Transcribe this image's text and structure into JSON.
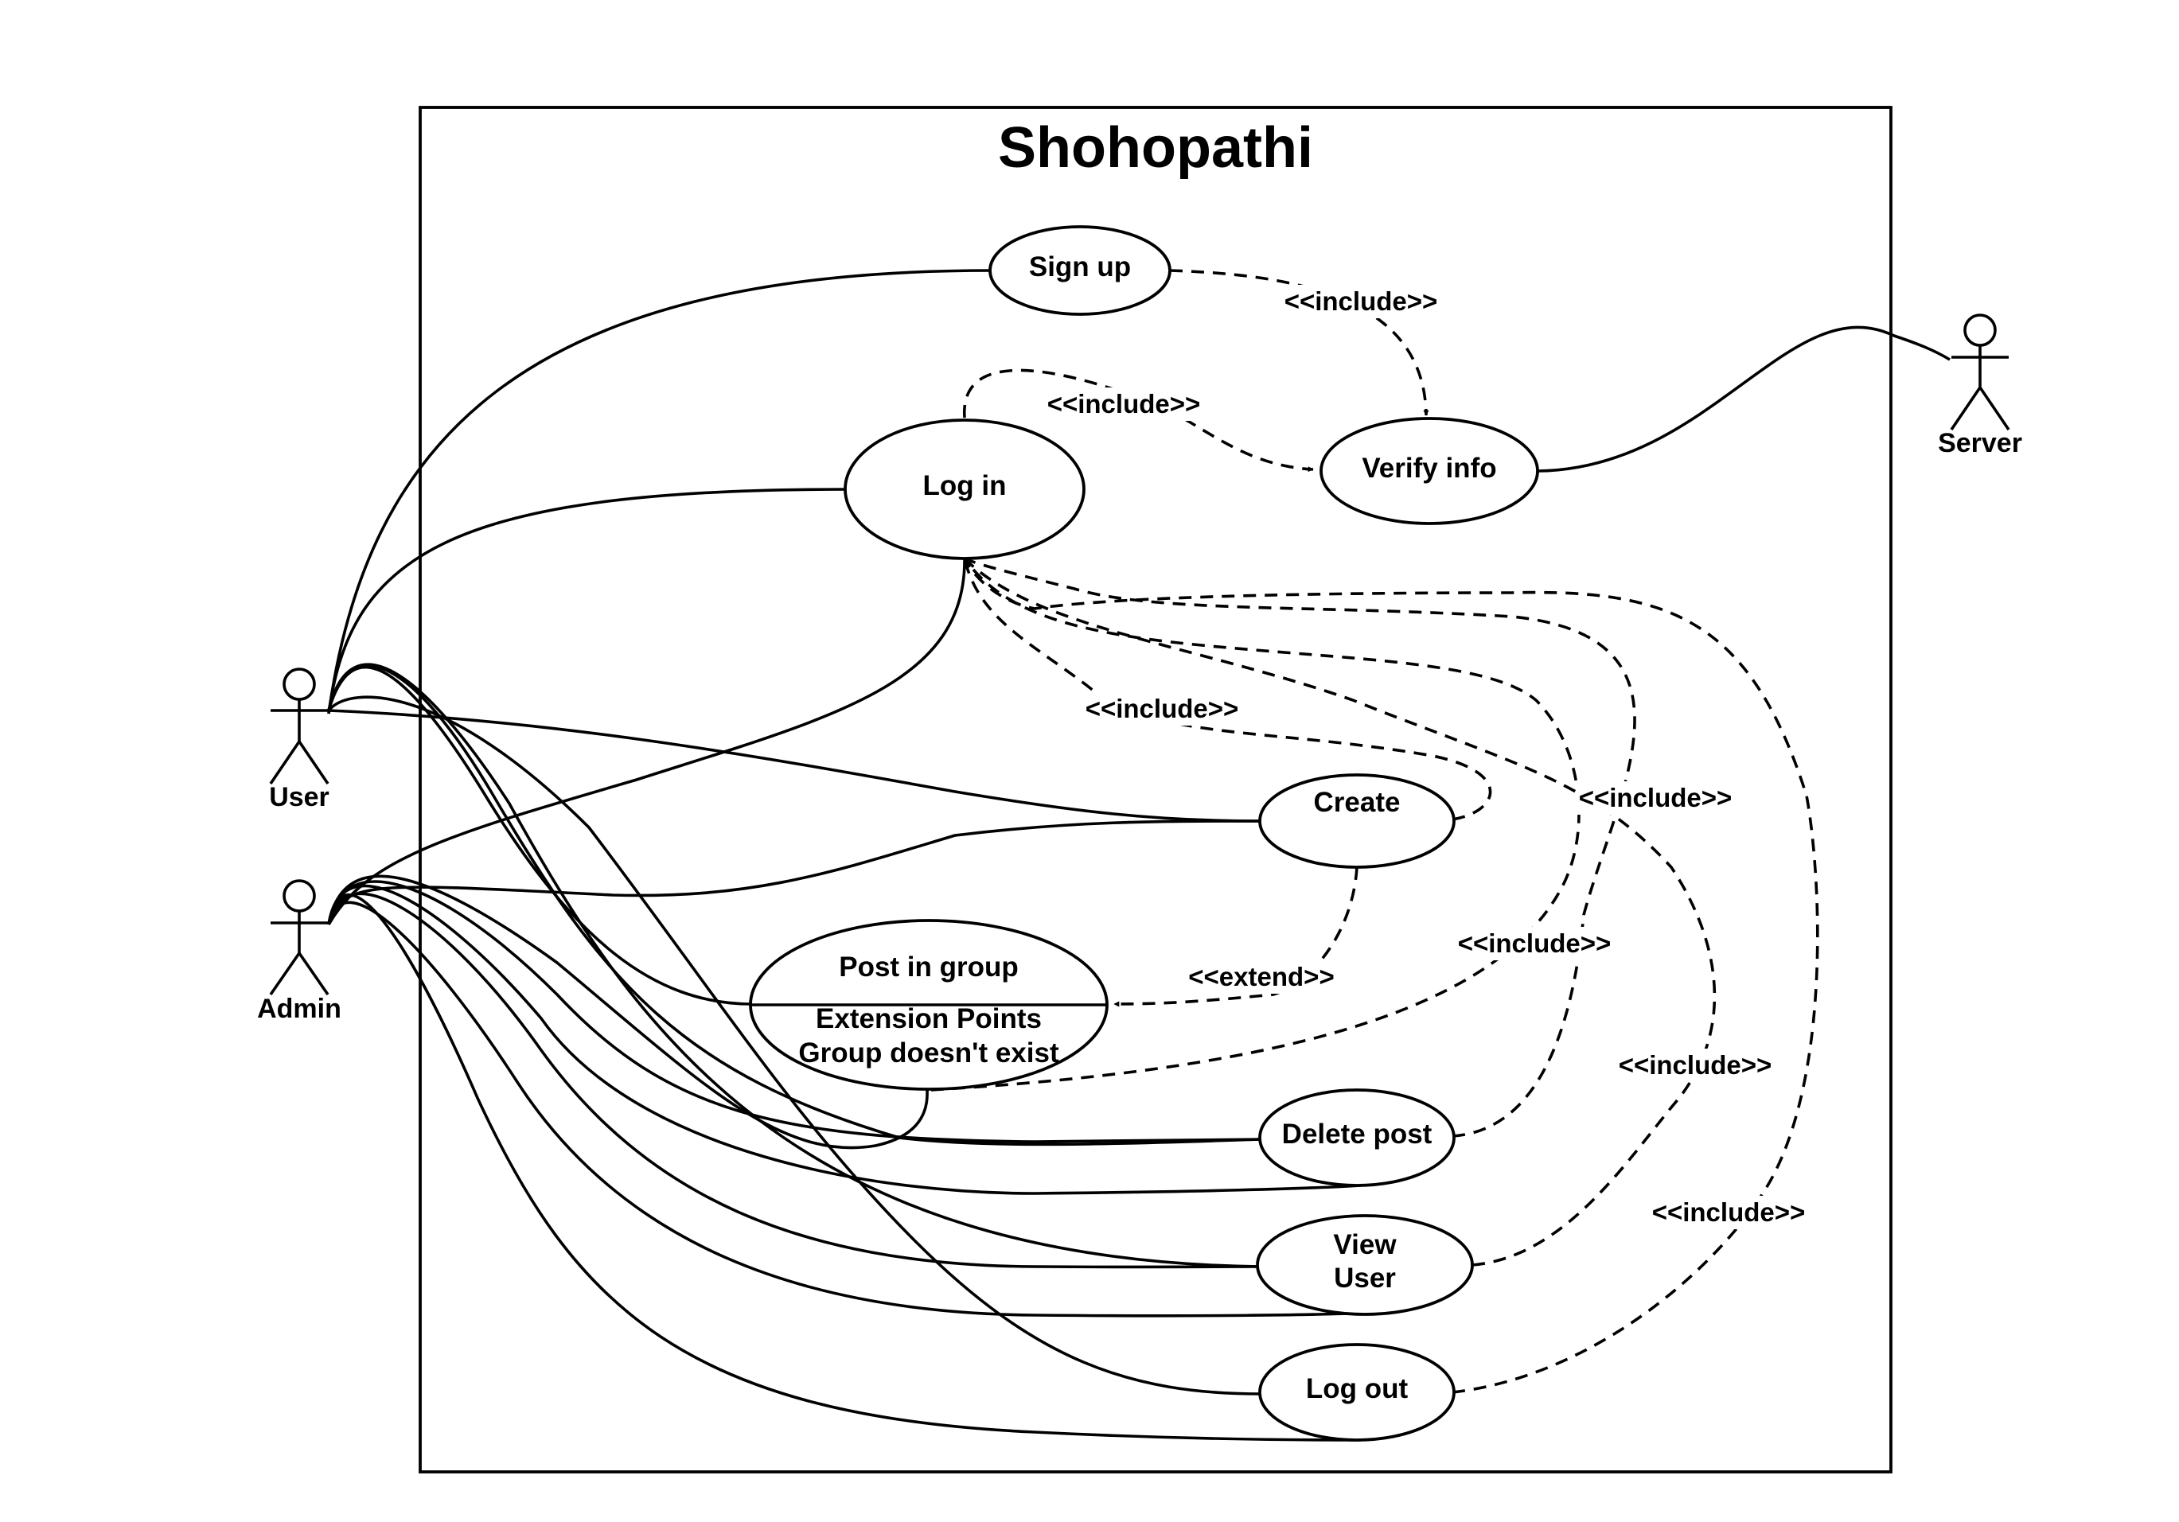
{
  "system": {
    "title": "Shohopathi"
  },
  "actors": {
    "user": "User",
    "admin": "Admin",
    "server": "Server"
  },
  "use_cases": {
    "sign_up": "Sign up",
    "log_in": "Log in",
    "verify_info": "Verify info",
    "create": "Create",
    "post_in_group": "Post in group",
    "extension_points_heading": "Extension Points",
    "extension_point": "Group doesn't exist",
    "delete_post": "Delete post",
    "view_user_line1": "View",
    "view_user_line2": "User",
    "log_out": "Log out"
  },
  "relations": {
    "signup_verify": "<<include>>",
    "login_verify": "<<include>>",
    "create_login": "<<include>>",
    "post_login": "<<include>>",
    "delete_login": "<<include>>",
    "view_login": "<<include>>",
    "logout_login": "<<include>>",
    "create_extends_post": "<<extend>>"
  }
}
